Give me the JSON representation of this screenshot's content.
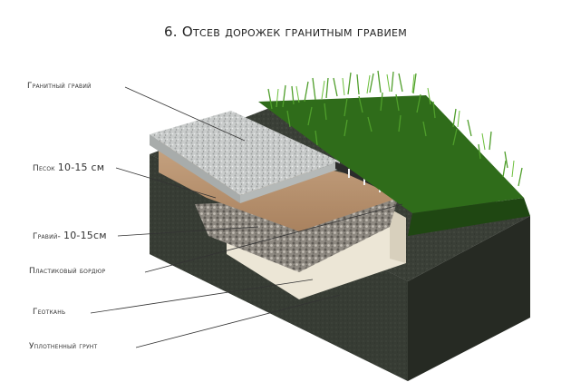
{
  "title": "6. Отсев дорожек гранитным гравием",
  "labels": {
    "granite": "Гранитный гравий",
    "sand_text": "Песок ",
    "sand_size": "10-15 см",
    "gravel_text": "Гравий- ",
    "gravel_size": "10-15см",
    "border": "Пластиковый бордюр",
    "geotextile": "Геоткань",
    "soil": "Уплотненный грунт"
  },
  "colors": {
    "granite": "#c9cccb",
    "sand": "#b48f6e",
    "gravel": "#8f8a82",
    "geotextile": "#ece6d6",
    "soil": "#3a3f37",
    "grass": "#3f8a22"
  }
}
